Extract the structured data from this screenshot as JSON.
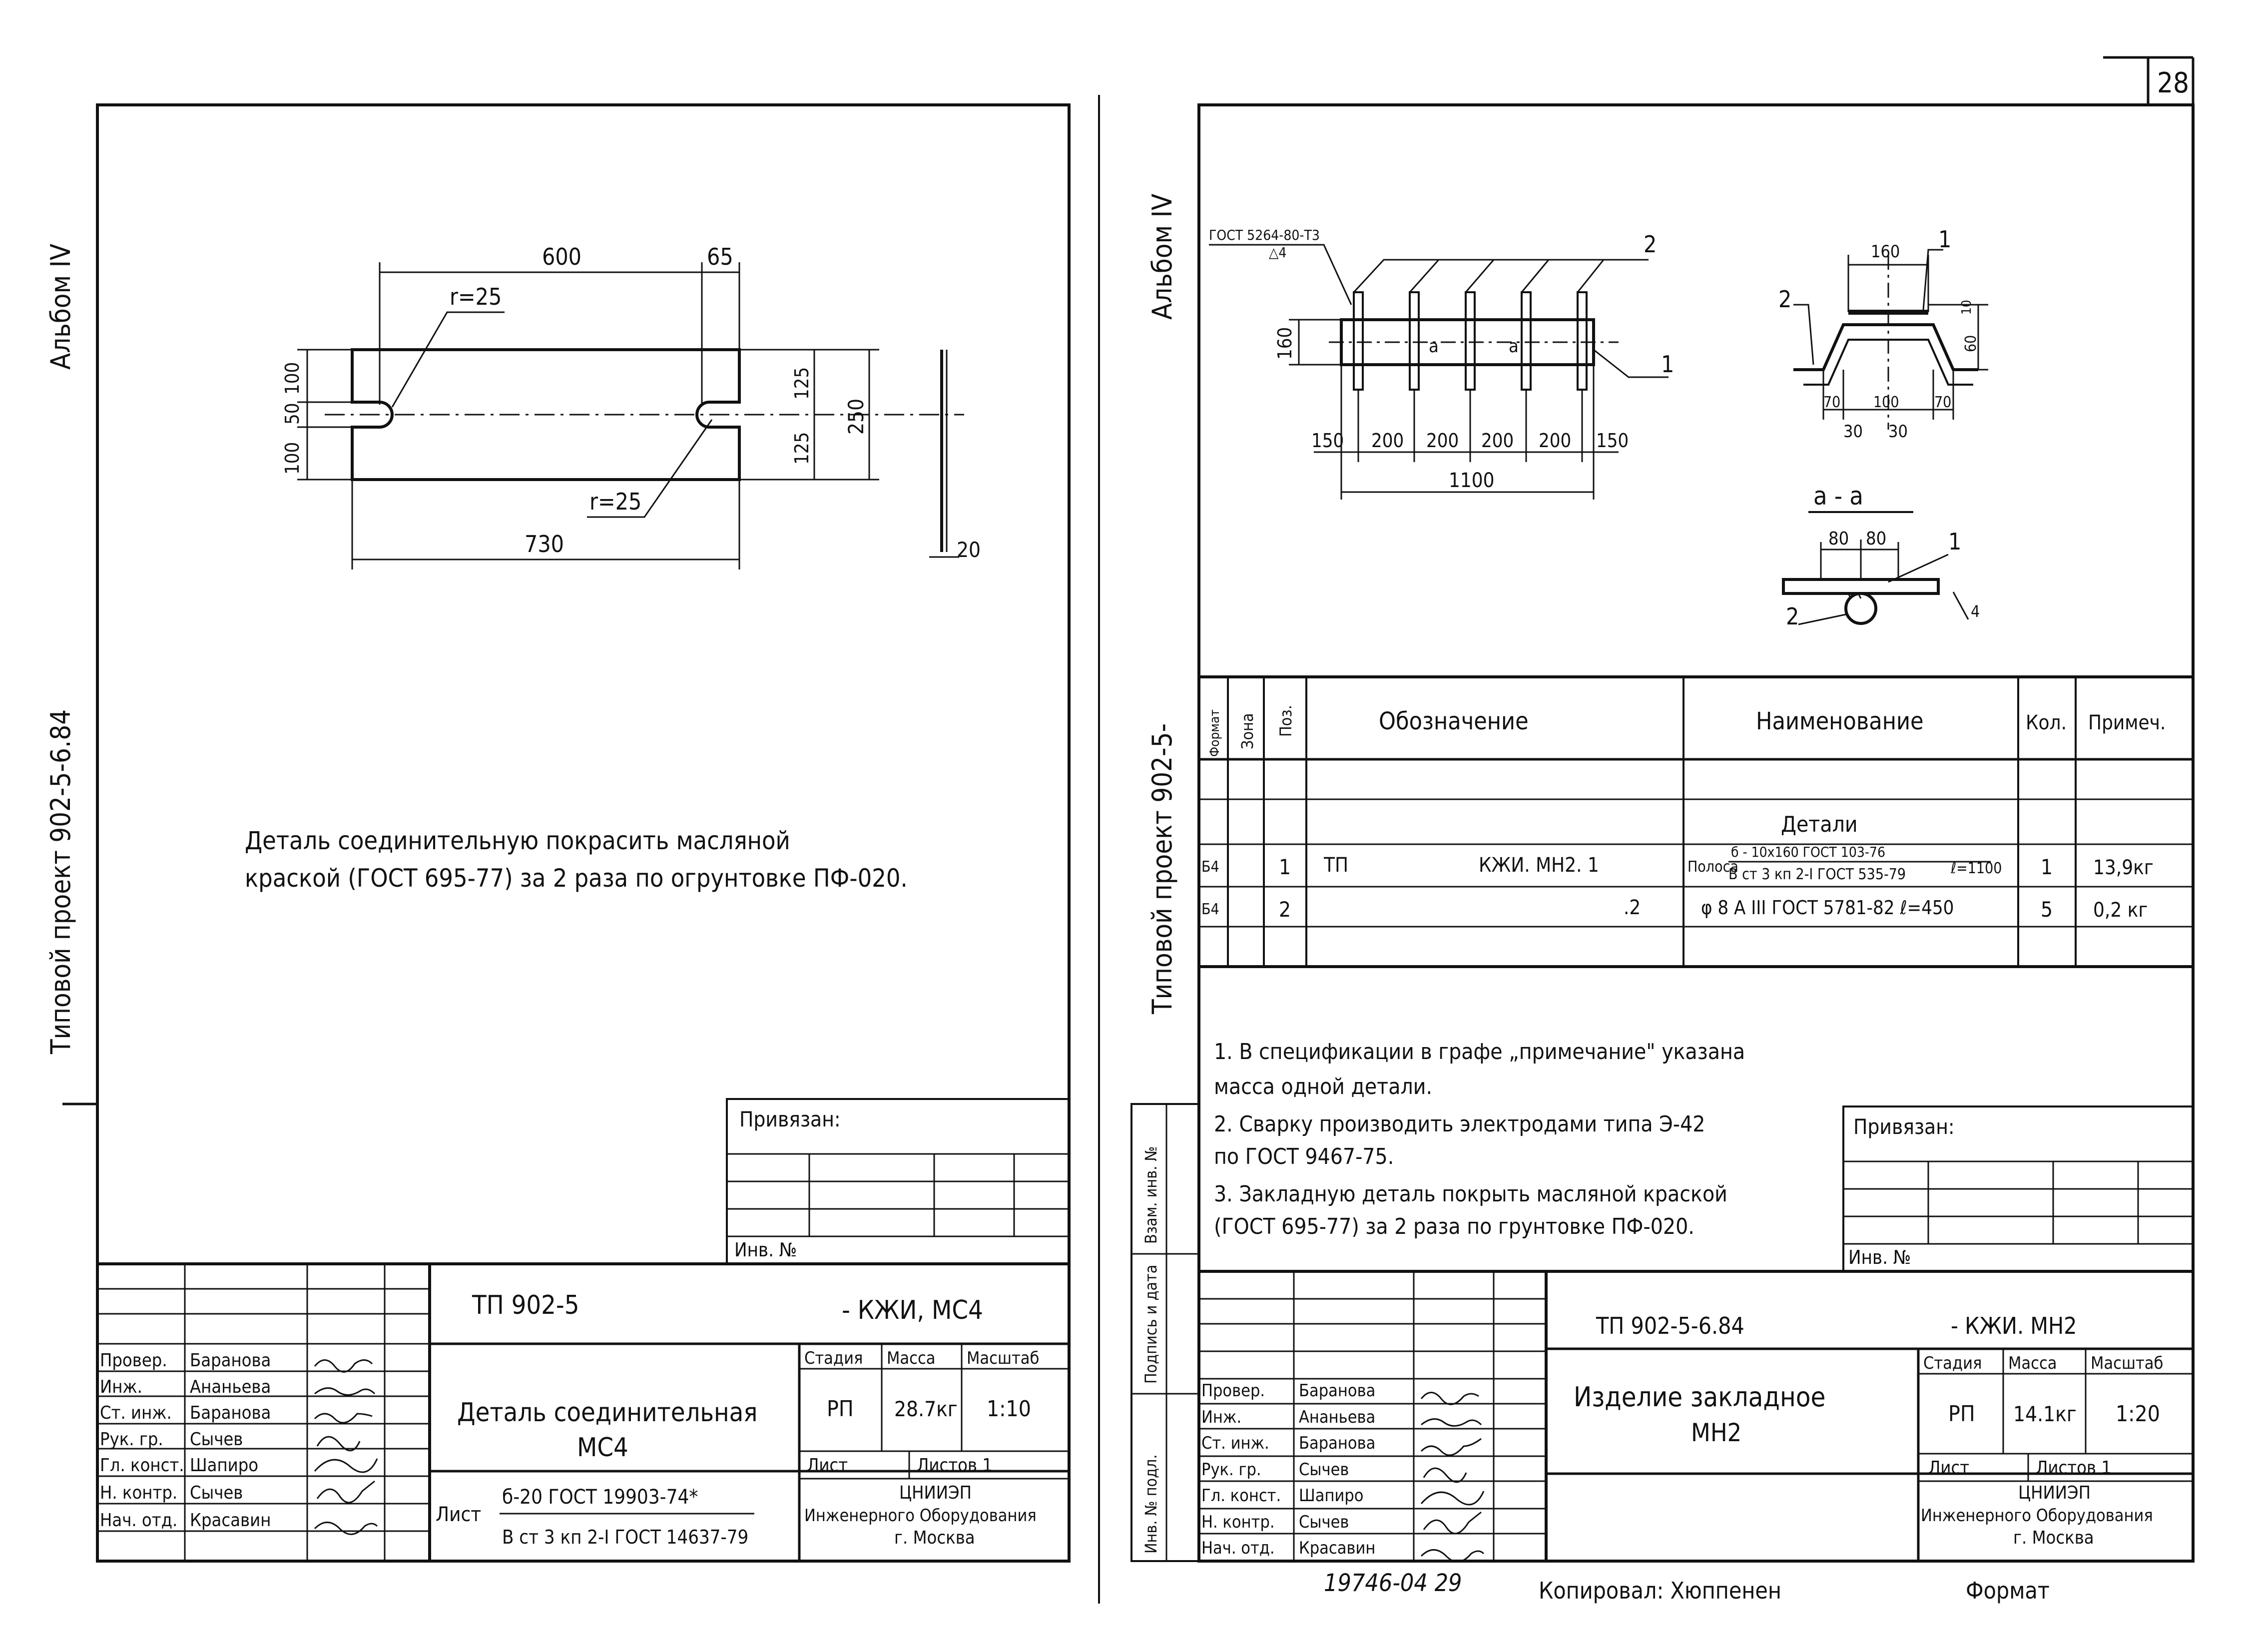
{
  "page_number": "28",
  "left_sheet": {
    "side_album": "Альбом IV",
    "side_project": "Типовой проект 902-5-6.84",
    "dimensions": {
      "d600": "600",
      "d65": "65",
      "r_top": "r=25",
      "r_bottom": "r=25",
      "d100_top": "100",
      "d50": "50",
      "d100_bottom": "100",
      "d125_top": "125",
      "d125_bottom": "125",
      "d250": "250",
      "d730": "730",
      "d20": "20"
    },
    "note_line1": "Деталь соединительную покрасить масляной",
    "note_line2": "краской (ГОСТ 695-77) за 2 раза по огрунтовке ПФ-020.",
    "privyazan": "Привязан:",
    "inv_no": "Инв. №",
    "stamp": {
      "doc_code_left": "ТП 902-5",
      "doc_code_right": "- КЖИ, МС4",
      "title_line1": "Деталь соединительная",
      "title_line2": "МС4",
      "stage_header": "Стадия",
      "mass_header": "Масса",
      "scale_header": "Масштаб",
      "stage": "РП",
      "mass": "28.7кг",
      "scale": "1:10",
      "sheet": "Лист",
      "sheets": "Листов 1",
      "material_label": "Лист",
      "material_line1": "б-20  ГОСТ 19903-74*",
      "material_line2": "В ст 3 кп 2-I ГОСТ 14637-79",
      "org_line1": "ЦНИИЭП",
      "org_line2": "Инженерного Оборудования",
      "org_line3": "г. Москва",
      "roles": [
        "Провер.",
        "Инж.",
        "Ст. инж.",
        "Рук. гр.",
        "Гл. конст.",
        "Н. контр.",
        "Нач. отд."
      ],
      "names": [
        "Баранова",
        "Ананьева",
        "Баранова",
        "Сычев",
        "Шапиро",
        "Сычев",
        "Красавин"
      ]
    }
  },
  "right_sheet": {
    "side_album": "Альбом IV",
    "side_project": "Типовой проект 902-5-",
    "side_inv_sub": "Инв. № подл.",
    "side_sign": "Подпись и дата",
    "side_vzam": "Взам. инв. №",
    "dimensions": {
      "gost_weld": "ГОСТ 5264-80-Т3",
      "weld_size": "△4",
      "h160": "160",
      "b150_left": "150",
      "b200_1": "200",
      "b200_2": "200",
      "b200_3": "200",
      "b200_4": "200",
      "b150_right": "150",
      "b1100": "1100",
      "label_aa_left": "а",
      "label_aa_right": "а",
      "callout_1": "1",
      "callout_2": "2",
      "sec_160": "160",
      "sec_10": "10",
      "sec_60": "60",
      "sec_70a": "70",
      "sec_100": "100",
      "sec_70b": "70",
      "sec_30a": "30",
      "sec_30b": "30",
      "sec_callout_1": "1",
      "sec_callout_2": "2",
      "section_title": "а - а",
      "sa_80a": "80",
      "sa_80b": "80",
      "sa_callout_1": "1",
      "sa_callout_2": "2",
      "sa_weld": "4"
    },
    "spec_table": {
      "headers": {
        "format": "Формат",
        "zone": "Зона",
        "pos": "Поз.",
        "designation": "Обозначение",
        "name": "Наименование",
        "qty": "Кол.",
        "note": "Примеч."
      },
      "section": "Детали",
      "rows": [
        {
          "format": "Б4",
          "pos": "1",
          "designation_a": "ТП",
          "designation_b": "КЖИ. МН2. 1",
          "name_prefix": "Полоса",
          "name_top": "б - 10х160 ГОСТ 103-76",
          "name_bottom": "В ст 3 кп 2-I ГОСТ 535-79",
          "name_len": "ℓ=1100",
          "qty": "1",
          "note": "13,9кг"
        },
        {
          "format": "Б4",
          "pos": "2",
          "designation_a": "",
          "designation_b": ".2",
          "name_prefix": "",
          "name_top": "φ 8 А III  ГОСТ 5781-82  ℓ=450",
          "name_bottom": "",
          "name_len": "",
          "qty": "5",
          "note": "0,2 кг"
        }
      ]
    },
    "notes": [
      "1. В спецификации в графе „примечание\" указана",
      "    масса одной детали.",
      "2. Сварку производить электродами типа Э-42",
      "    по ГОСТ 9467-75.",
      "3. Закладную деталь покрыть масляной краской",
      "    (ГОСТ 695-77) за 2 раза по грунтовке ПФ-020."
    ],
    "privyazan": "Привязан:",
    "inv_no": "Инв. №",
    "stamp": {
      "doc_code_left": "ТП 902-5-6.84",
      "doc_code_right": "- КЖИ. МН2",
      "title_line1": "Изделие закладное",
      "title_line2": "МН2",
      "stage_header": "Стадия",
      "mass_header": "Масса",
      "scale_header": "Масштаб",
      "stage": "РП",
      "mass": "14.1кг",
      "scale": "1:20",
      "sheet": "Лист",
      "sheets": "Листов 1",
      "org_line1": "ЦНИИЭП",
      "org_line2": "Инженерного Оборудования",
      "org_line3": "г. Москва",
      "roles": [
        "Провер.",
        "Инж.",
        "Ст. инж.",
        "Рук. гр.",
        "Гл. конст.",
        "Н. контр.",
        "Нач. отд."
      ],
      "names": [
        "Баранова",
        "Ананьева",
        "Баранова",
        "Сычев",
        "Шапиро",
        "Сычев",
        "Красавин"
      ]
    },
    "footer_number": "19746-04  29",
    "footer_copied": "Копировал: Хюппенен",
    "footer_format": "Формат"
  }
}
